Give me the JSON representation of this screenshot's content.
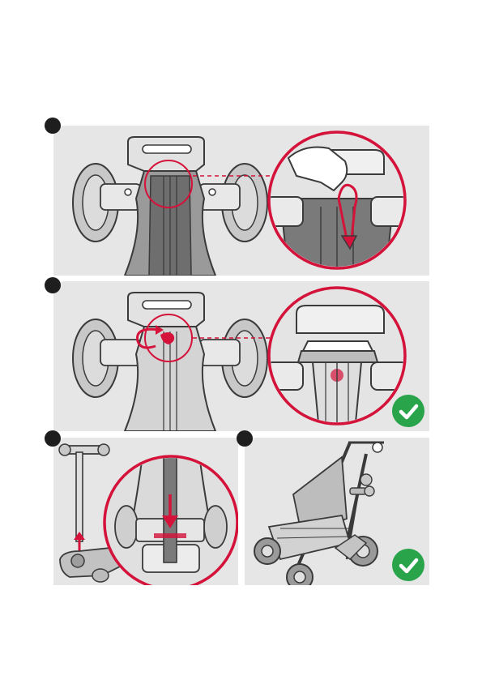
{
  "colors": {
    "panel_bg": "#e6e6e6",
    "accent_red": "#d4123a",
    "check_green": "#2aa44a",
    "step_dot": "#1e1e1e",
    "line": "#3a3a3a"
  },
  "icons": {
    "step": "filled-circle",
    "success": "check-mark-in-circle",
    "rotate": "curved-arrow",
    "direction": "straight-arrow"
  },
  "steps": [
    {
      "label": "",
      "image": "frame-detail-with-hand-pulling-red-tab"
    },
    {
      "label": "",
      "image": "frame-detail-with-rotate-arrow-locked",
      "confirmed": true
    },
    {
      "label": "",
      "image": "scooter-pole-insert-into-deck"
    },
    {
      "label": "",
      "image": "stroller-folded-side-view",
      "confirmed": true
    }
  ]
}
